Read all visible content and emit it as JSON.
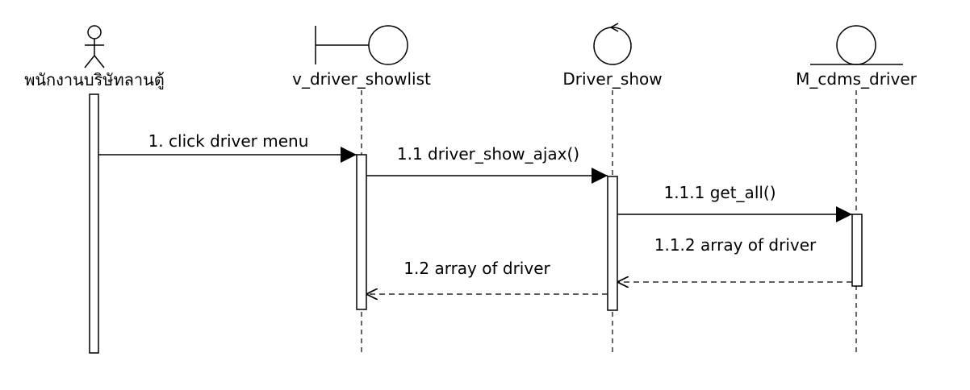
{
  "participants": [
    {
      "type": "actor",
      "label": "พนักงานบริษัทลานตู้"
    },
    {
      "type": "boundary",
      "label": "v_driver_showlist"
    },
    {
      "type": "control",
      "label": "Driver_show"
    },
    {
      "type": "entity",
      "label": "M_cdms_driver"
    }
  ],
  "messages": [
    {
      "label": "1. click driver menu",
      "kind": "sync"
    },
    {
      "label": "1.1 driver_show_ajax()",
      "kind": "sync"
    },
    {
      "label": "1.1.1 get_all()",
      "kind": "sync"
    },
    {
      "label": "1.1.2 array of driver",
      "kind": "return"
    },
    {
      "label": "1.2 array of driver",
      "kind": "return"
    }
  ]
}
